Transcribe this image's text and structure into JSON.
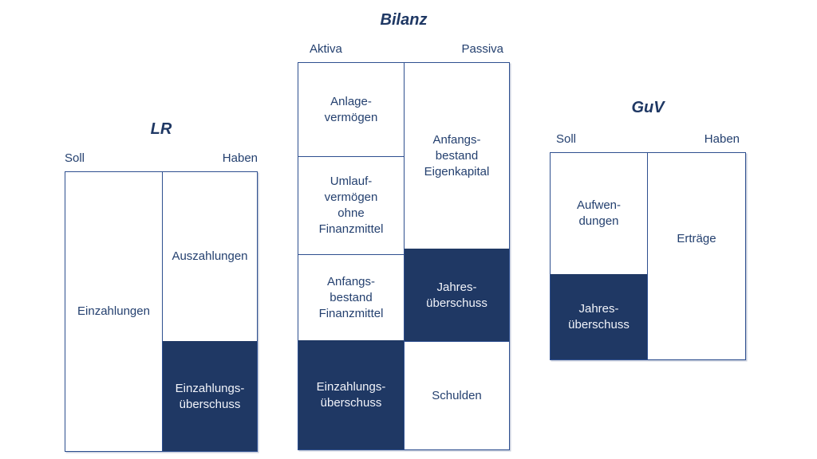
{
  "colors": {
    "navy_fill": "#1f3864",
    "border_blue": "#2e4f8f",
    "label_blue": "#24406f",
    "text_on_dark": "#f2f4fa",
    "background": "#ffffff"
  },
  "accounts": {
    "lr": {
      "title": "LR",
      "header_left": "Soll",
      "header_right": "Haben",
      "cells": {
        "einzahlungen": "Einzahlungen",
        "auszahlungen": "Auszahlungen",
        "einzahlungsueberschuss": "Einzahlungs-\nüberschuss"
      }
    },
    "bilanz": {
      "title": "Bilanz",
      "header_left": "Aktiva",
      "header_right": "Passiva",
      "cells": {
        "anlagevermoegen": "Anlage-\nvermögen",
        "umlaufvermoegen": "Umlauf-\nvermögen\nohne\nFinanzmittel",
        "anfangsbestand_finanzmittel": "Anfangs-\nbestand\nFinanzmittel",
        "einzahlungsueberschuss": "Einzahlungs-\nüberschuss",
        "anfangsbestand_eigenkapital": "Anfangs-\nbestand\nEigenkapital",
        "jahresueberschuss": "Jahres-\nüberschuss",
        "schulden": "Schulden"
      }
    },
    "guv": {
      "title": "GuV",
      "header_left": "Soll",
      "header_right": "Haben",
      "cells": {
        "aufwendungen": "Aufwen-\ndungen",
        "jahresueberschuss": "Jahres-\nüberschuss",
        "ertraege": "Erträge"
      }
    }
  }
}
